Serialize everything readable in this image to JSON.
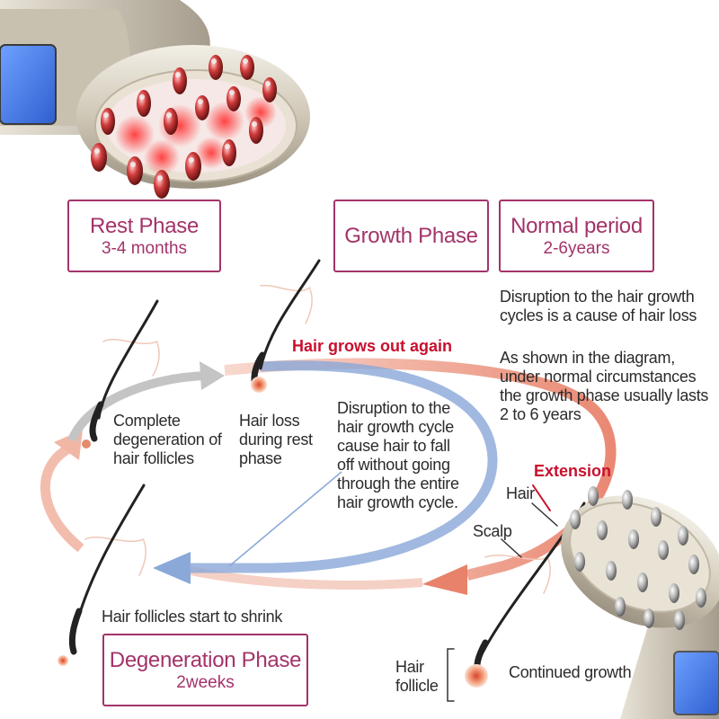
{
  "boxes": {
    "rest": {
      "title": "Rest Phase",
      "sub": "3-4 months"
    },
    "growth": {
      "title": "Growth Phase"
    },
    "normal": {
      "title": "Normal period",
      "sub": "2-6years"
    },
    "degeneration": {
      "title": "Degeneration Phase",
      "sub": "2weeks"
    }
  },
  "notes": {
    "disruption_cause": "Disruption to the hair growth cycles is a cause of hair loss",
    "as_shown": "As shown in the diagram, under normal circumstances the growth phase usually lasts 2 to 6 years",
    "center": "Disruption to the hair growth cycle cause hair to fall off without going through the entire hair growth cycle."
  },
  "labels": {
    "grows_out_again": "Hair grows out again",
    "complete_degeneration": "Complete degeneration of hair follicles",
    "hair_loss_rest": "Hair loss during rest phase",
    "follicles_shrink": "Hair follicles start to shrink",
    "extension": "Extension",
    "hair": "Hair",
    "scalp": "Scalp",
    "hair_follicle": "Hair follicle",
    "continued_growth": "Continued growth"
  },
  "colors": {
    "accent": "#a3336a",
    "highlight": "#c8102e",
    "cycle_red": "#e9866f",
    "cycle_blue": "#8aa8d8",
    "cycle_gray": "#bdbdbd",
    "device_body": "#d8d2c4",
    "lcd_screen": "#4a86e8"
  }
}
